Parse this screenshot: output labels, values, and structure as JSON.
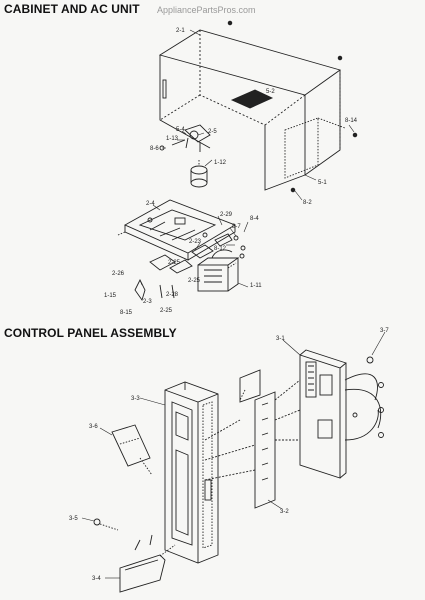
{
  "header": {
    "section1_title": "CABINET AND AC UNIT",
    "watermark": "AppliancePartsPros.com",
    "section2_title": "CONTROL PANEL ASSEMBLY"
  },
  "cabinet_callouts": [
    "2-1",
    "5-2",
    "5-4",
    "2-5",
    "1-13",
    "8-6",
    "8-14",
    "1-12",
    "5-1",
    "8-2",
    "2-4",
    "2-29",
    "8-7",
    "8-4",
    "2-23",
    "8-12",
    "2-25",
    "2-26",
    "2-25",
    "2-28",
    "1-15",
    "2-3",
    "1-11",
    "8-15",
    "2-25"
  ],
  "control_callouts": [
    "3-1",
    "3-7",
    "3-3",
    "3-6",
    "3-5",
    "3-2",
    "3-4"
  ]
}
